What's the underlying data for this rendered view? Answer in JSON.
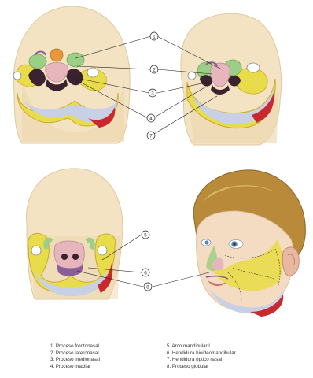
{
  "callouts": [
    "1",
    "2",
    "3",
    "4",
    "5",
    "6",
    "7",
    "8"
  ],
  "legend": {
    "left": [
      "1. Proceso frontonasal",
      "2. Proceso lateronasal",
      "3. Proceso medionasal",
      "4. Proceso maxilar"
    ],
    "right": [
      "5. Arco mandibular I",
      "6. Hendidura hioideomandibular",
      "7. Hendidura óptico nasal",
      "8. Proceso globular"
    ]
  },
  "colors": {
    "skin": "#f3e3c2",
    "skin_shade": "#e6cfa4",
    "yellow": "#e9dc4a",
    "blue": "#c8d0e6",
    "red": "#c8282e",
    "green": "#9ccf86",
    "pink": "#e7b6bd",
    "purple": "#8a5f98",
    "dark": "#3a2230",
    "orange": "#e9973a",
    "line": "#222222"
  }
}
